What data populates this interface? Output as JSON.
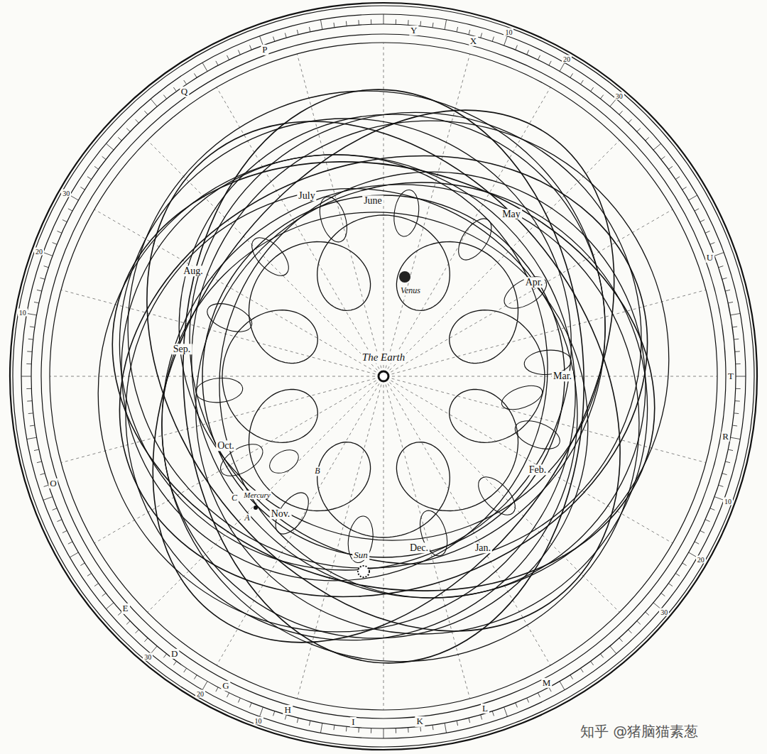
{
  "diagram": {
    "labels": [
      "The Earth",
      "Venus",
      "Sun",
      "Mercury",
      "Jan.",
      "Dec.",
      "Nov.",
      "Oct.",
      "Sep.",
      "Aug.",
      "July",
      "June",
      "May",
      "Apr.",
      "Mar.",
      "Feb.",
      "A",
      "B",
      "C",
      "P",
      "Y",
      "X",
      "U",
      "T",
      "R",
      "M",
      "L",
      "K",
      "I",
      "H",
      "G",
      "D",
      "E",
      "O",
      "Q",
      "10",
      "20",
      "30",
      "10",
      "20",
      "30",
      "10",
      "20",
      "30",
      "10",
      "20",
      "30",
      "知乎 @猪脑猫素葱"
    ]
  }
}
